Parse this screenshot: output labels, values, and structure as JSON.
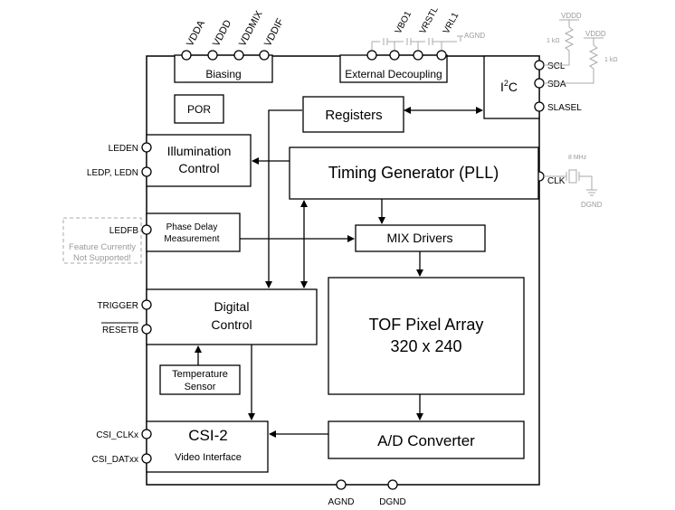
{
  "pins": {
    "top": [
      "VDDA",
      "VDDD",
      "VDDMIX",
      "VDDIF"
    ],
    "decoupling": [
      "VBO1",
      "VRSTL",
      "VRL1"
    ],
    "agnd_cap": "AGND",
    "left": {
      "leden": "LEDEN",
      "ledp_ledn": "LEDP, LEDN",
      "ledfb": "LEDFB",
      "trigger": "TRIGGER",
      "resetb": "RESETB",
      "csi_clk": "CSI_CLKx",
      "csi_dat": "CSI_DATxx"
    },
    "right": {
      "scl": "SCL",
      "sda": "SDA",
      "slasel": "SLASEL",
      "clk": "CLK"
    },
    "bottom": [
      "AGND",
      "DGND"
    ]
  },
  "blocks": {
    "biasing": "Biasing",
    "external_decoupling": "External Decoupling",
    "i2c_main": "I",
    "i2c_sup": "2",
    "i2c_tail": "C",
    "por": "POR",
    "registers": "Registers",
    "illumination": [
      "Illumination",
      "Control"
    ],
    "timing": "Timing Generator (PLL)",
    "phase_delay": [
      "Phase Delay",
      "Measurement"
    ],
    "mix_drivers": "MIX Drivers",
    "digital_control": [
      "Digital",
      "Control"
    ],
    "tof_array": [
      "TOF Pixel Array",
      "320 x 240"
    ],
    "temperature": [
      "Temperature",
      "Sensor"
    ],
    "csi2_title": "CSI-2",
    "csi2_sub": "Video Interface",
    "adc": "A/D Converter"
  },
  "external": {
    "vddd_top": "VDDD",
    "vddd_right": "VDDD",
    "res_1k_a": "1 kΩ",
    "res_1k_b": "1 kΩ",
    "crystal": "8 MHz",
    "dgnd": "DGND",
    "feature_note": [
      "Feature Currently",
      "Not Supported!"
    ]
  }
}
